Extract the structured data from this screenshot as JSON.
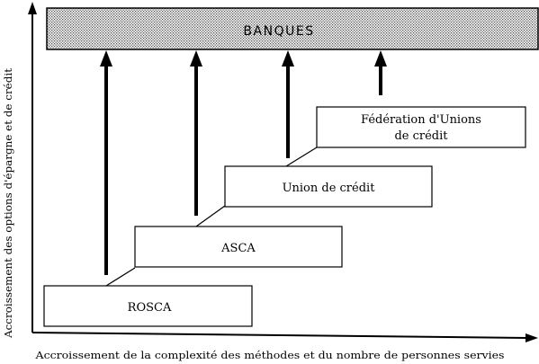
{
  "banks_label": "BANQUES",
  "tiers": [
    {
      "key": "rosca",
      "label": "ROSCA"
    },
    {
      "key": "asca",
      "label": "ASCA"
    },
    {
      "key": "union",
      "label": "Union de crédit"
    },
    {
      "key": "federation",
      "label_line1": "Fédération d'Unions",
      "label_line2": "de crédit"
    }
  ],
  "x_axis_label": "Accroissement de la complexité des méthodes et du nombre de personnes servies",
  "y_axis_label": "Accroissement des options d'épargne et de crédit"
}
